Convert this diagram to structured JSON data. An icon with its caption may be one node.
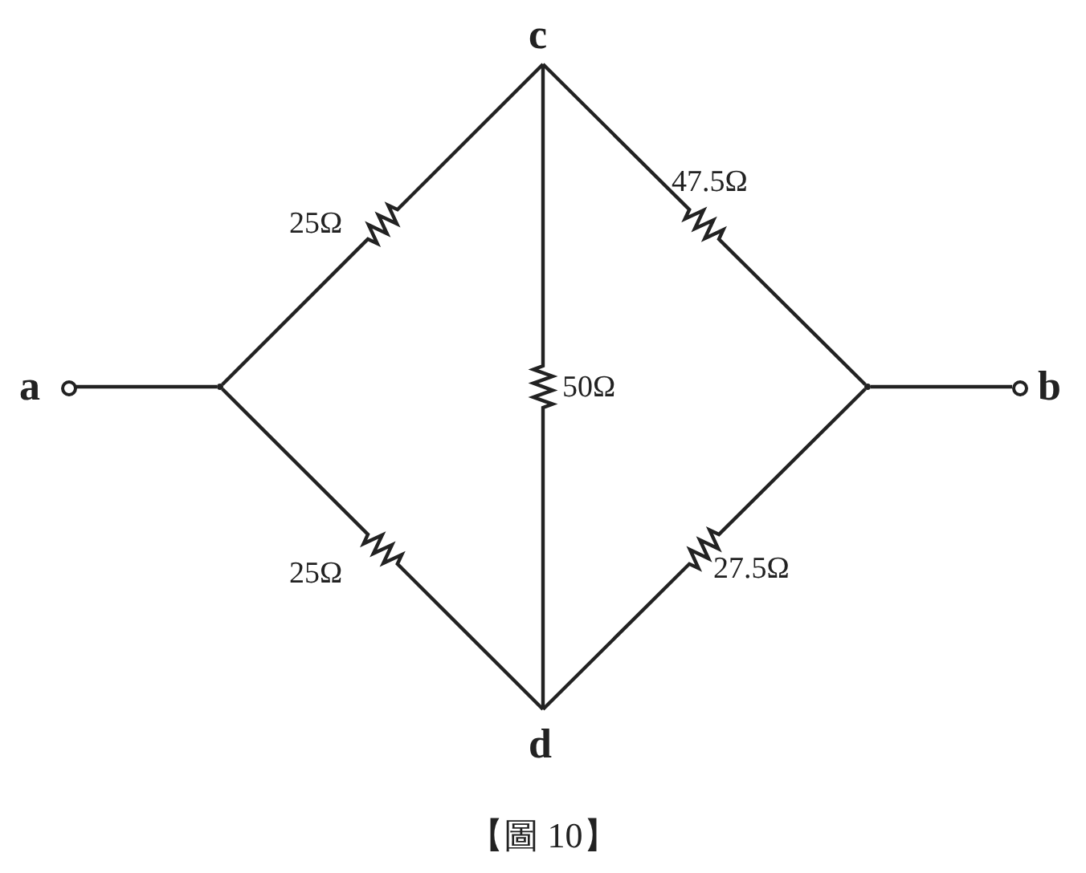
{
  "diagram": {
    "caption": "【圖 10】",
    "nodes": [
      {
        "text": [],
        "shape": "circle",
        "beside": [
          "a"
        ]
      },
      {
        "text": [],
        "shape": "junction"
      },
      {
        "text": [
          "c"
        ]
      },
      {
        "text": [
          "d"
        ]
      },
      {
        "text": [],
        "shape": "junction"
      },
      {
        "text": [],
        "shape": "circle",
        "beside": [
          "b"
        ]
      }
    ],
    "edges": [
      {
        "from": 0,
        "to": 1,
        "arrow": "none"
      },
      {
        "from": 1,
        "to": 2,
        "arrow": "none",
        "label": "25Ω"
      },
      {
        "from": 1,
        "to": 3,
        "arrow": "none",
        "label": "25Ω"
      },
      {
        "from": 2,
        "to": 3,
        "arrow": "none",
        "label": "50Ω"
      },
      {
        "from": 2,
        "to": 4,
        "arrow": "none",
        "label": "47.5Ω"
      },
      {
        "from": 3,
        "to": 4,
        "arrow": "none",
        "label": "27.5Ω"
      },
      {
        "from": 4,
        "to": 5,
        "arrow": "none"
      }
    ]
  }
}
